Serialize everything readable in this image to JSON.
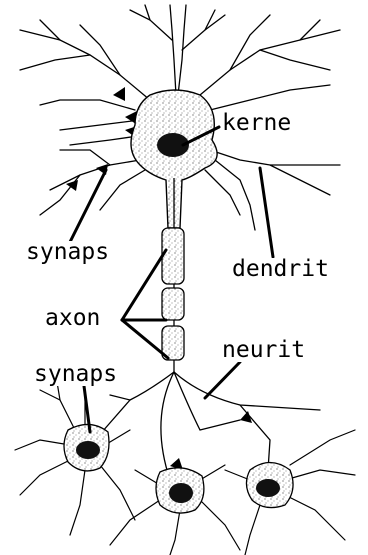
{
  "labels": {
    "kerne": "kerne",
    "synaps_top": "synaps",
    "dendrit": "dendrit",
    "axon": "axon",
    "neurit": "neurit",
    "synaps_bottom": "synaps"
  },
  "colors": {
    "ink": "#000000",
    "cell_fill": "#ffffff",
    "nucleus": "#111111"
  }
}
